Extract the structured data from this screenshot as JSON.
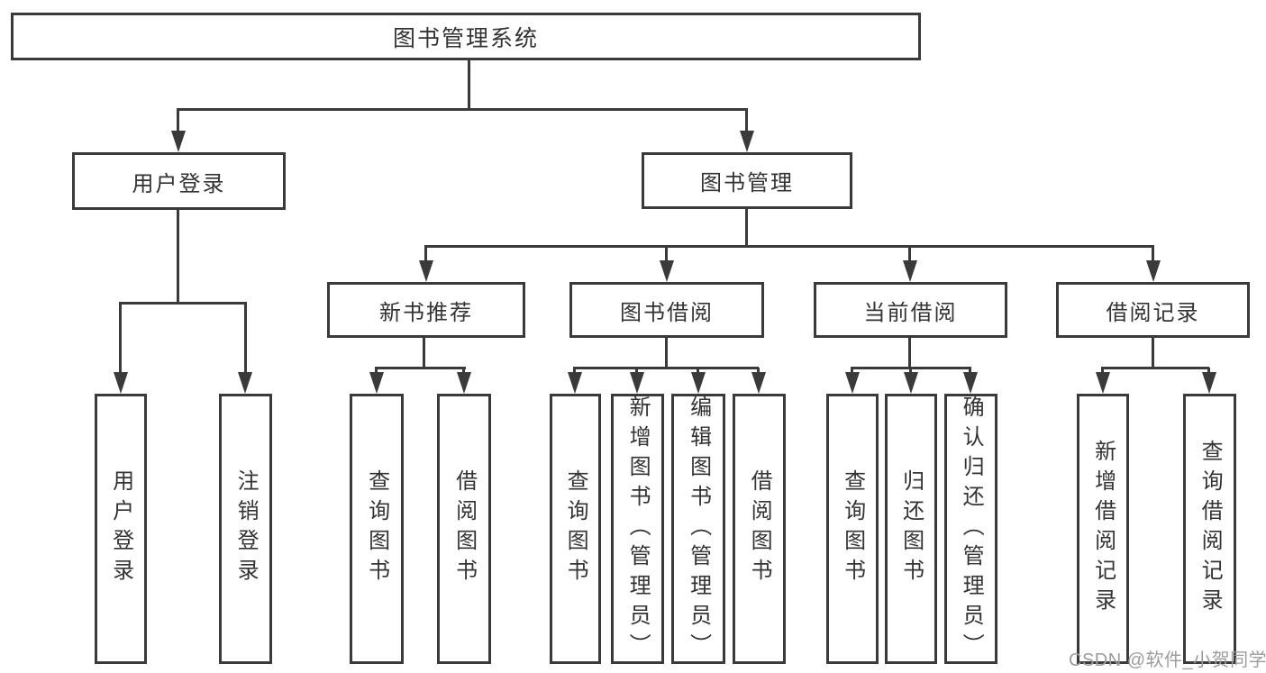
{
  "tree": {
    "root": {
      "label": "图书管理系统"
    },
    "branches": [
      {
        "label": "用户登录",
        "children": [
          {
            "label": "用户登录"
          },
          {
            "label": "注销登录"
          }
        ]
      },
      {
        "label": "图书管理",
        "children": [
          {
            "label": "新书推荐",
            "children": [
              {
                "label": "查询图书"
              },
              {
                "label": "借阅图书"
              }
            ]
          },
          {
            "label": "图书借阅",
            "children": [
              {
                "label": "查询图书"
              },
              {
                "label": "新增图书（管理员）"
              },
              {
                "label": "编辑图书（管理员）"
              },
              {
                "label": "借阅图书"
              }
            ]
          },
          {
            "label": "当前借阅",
            "children": [
              {
                "label": "查询图书"
              },
              {
                "label": "归还图书"
              },
              {
                "label": "确认归还（管理员）"
              }
            ]
          },
          {
            "label": "借阅记录",
            "children": [
              {
                "label": "新增借阅记录"
              },
              {
                "label": "查询借阅记录"
              }
            ]
          }
        ]
      }
    ]
  },
  "watermark": "CSDN @软件_小贺同学",
  "colors": {
    "line": "#3a3a3a",
    "text": "#333333",
    "watermark": "#9c9c9c",
    "background": "#ffffff"
  }
}
